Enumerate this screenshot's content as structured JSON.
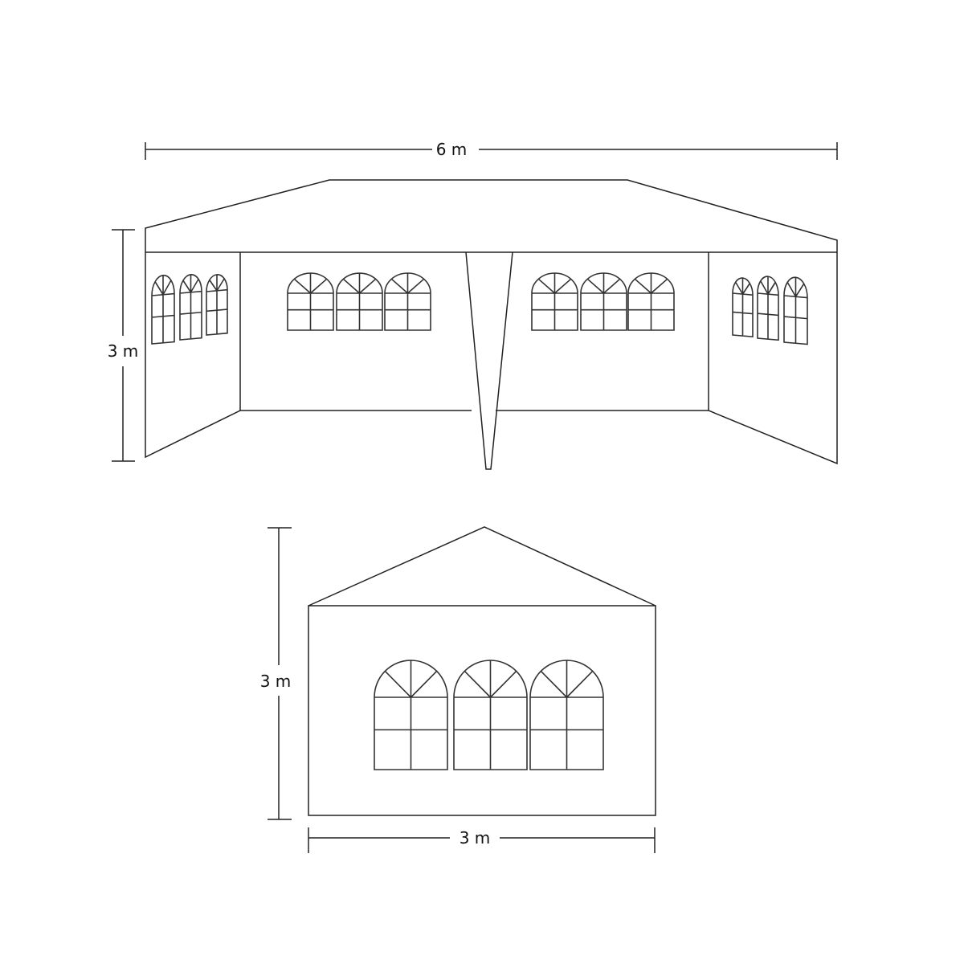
{
  "dimensions": {
    "top_width": "6 m",
    "top_height": "3 m",
    "end_height": "3 m",
    "end_width": "3 m"
  },
  "colors": {
    "line": "#222222",
    "background": "#ffffff"
  }
}
